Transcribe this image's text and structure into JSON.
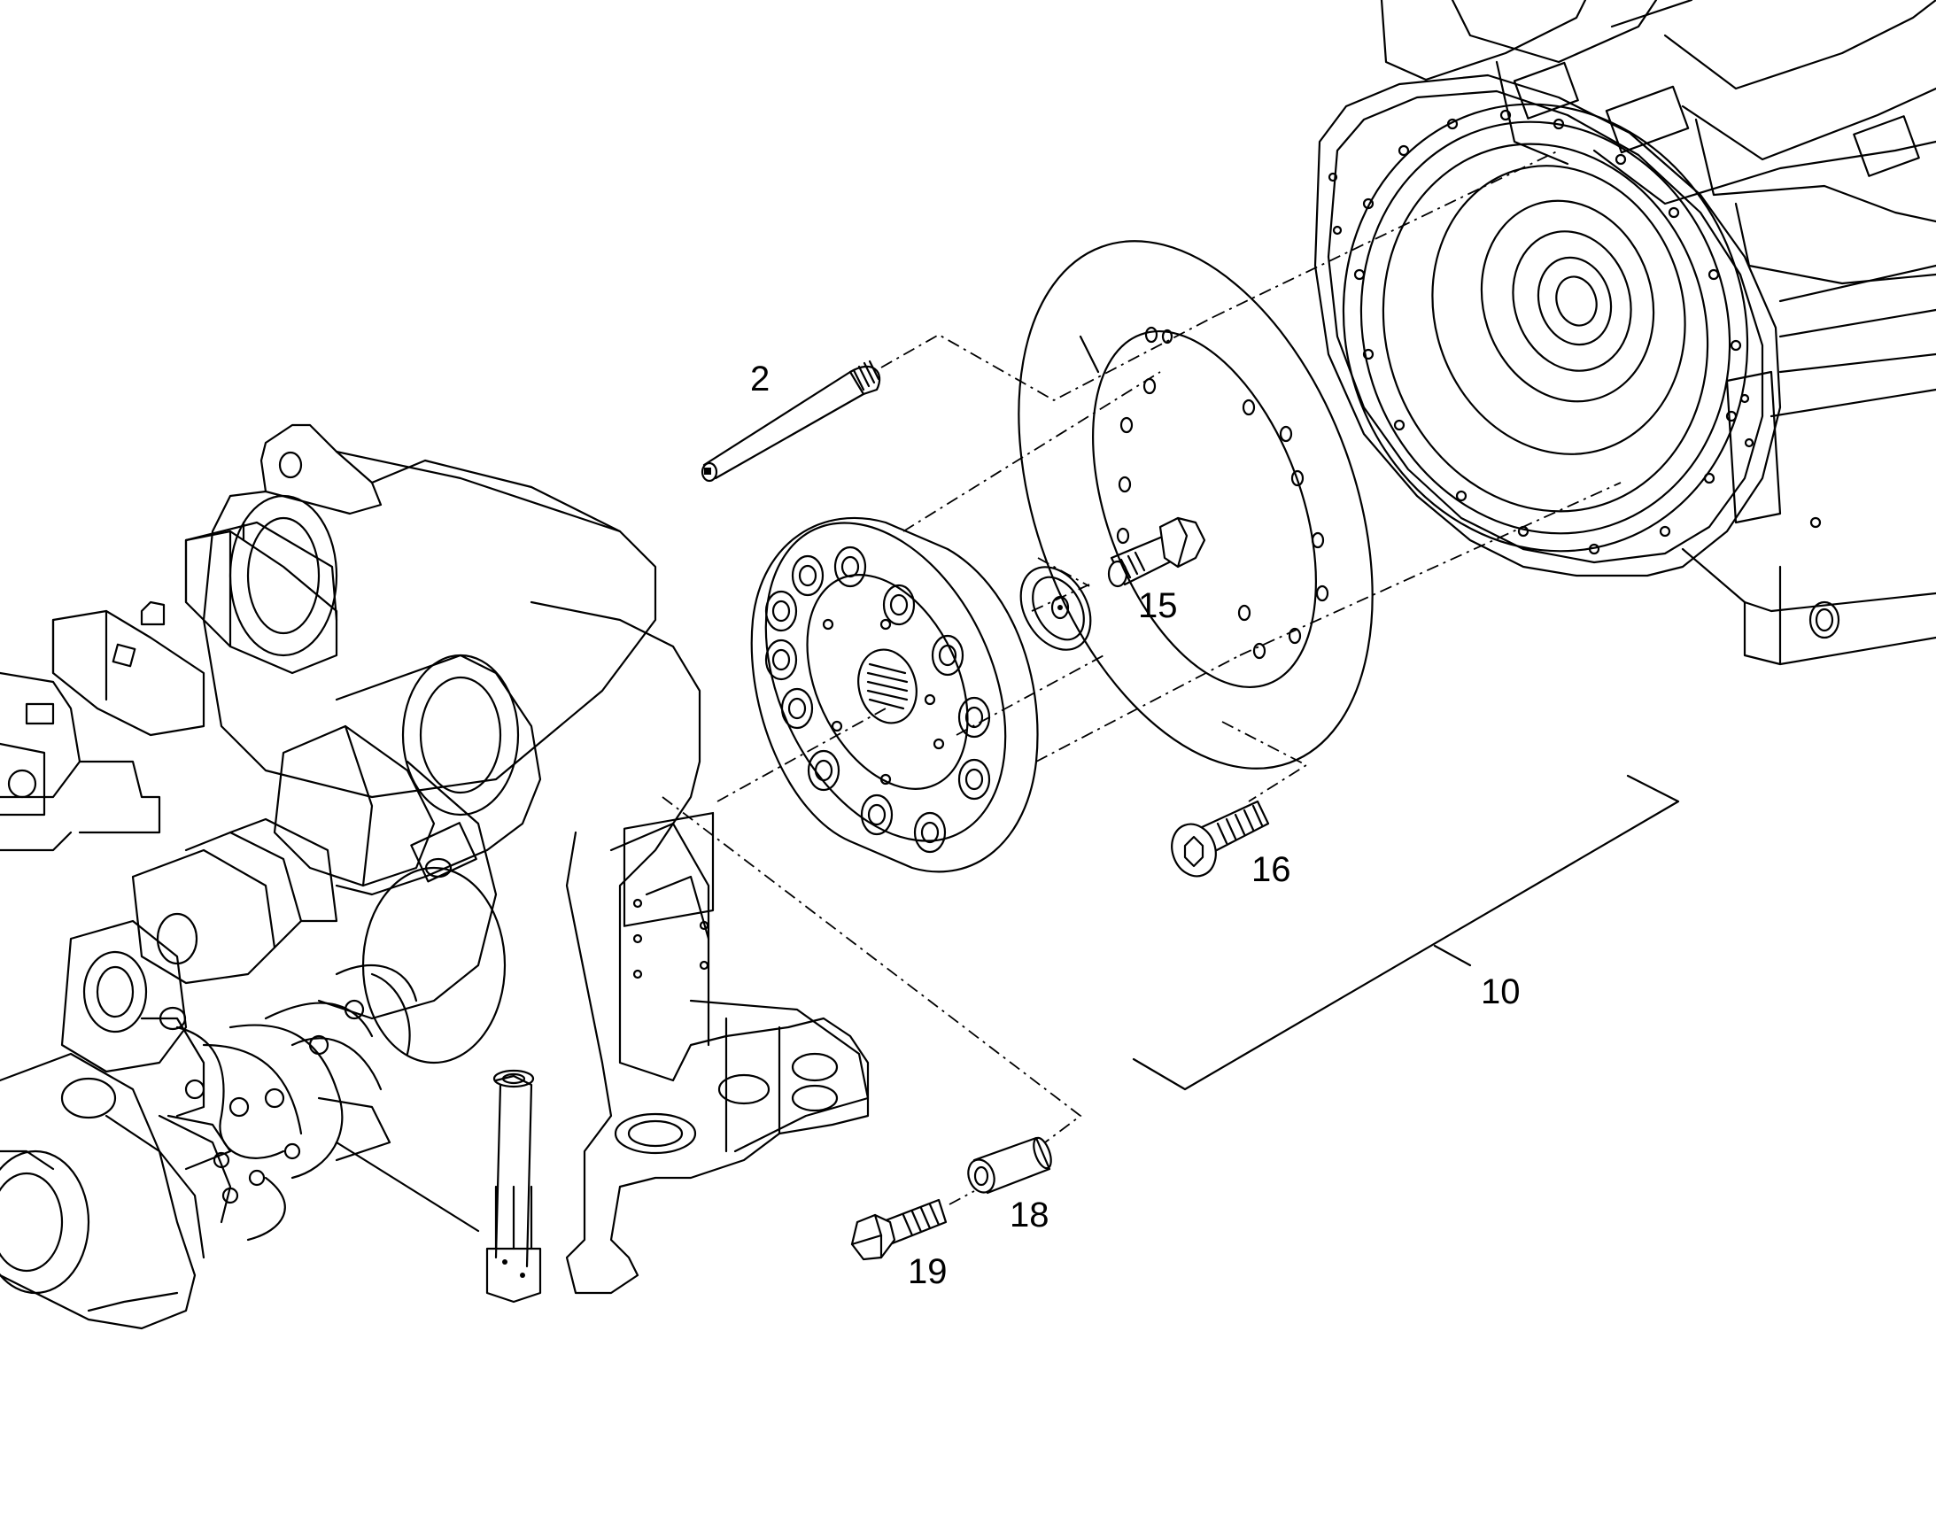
{
  "callouts": [
    {
      "id": "2",
      "label": "2"
    },
    {
      "id": "15",
      "label": "15"
    },
    {
      "id": "16",
      "label": "16"
    },
    {
      "id": "10",
      "label": "10"
    },
    {
      "id": "18",
      "label": "18"
    },
    {
      "id": "19",
      "label": "19"
    }
  ]
}
